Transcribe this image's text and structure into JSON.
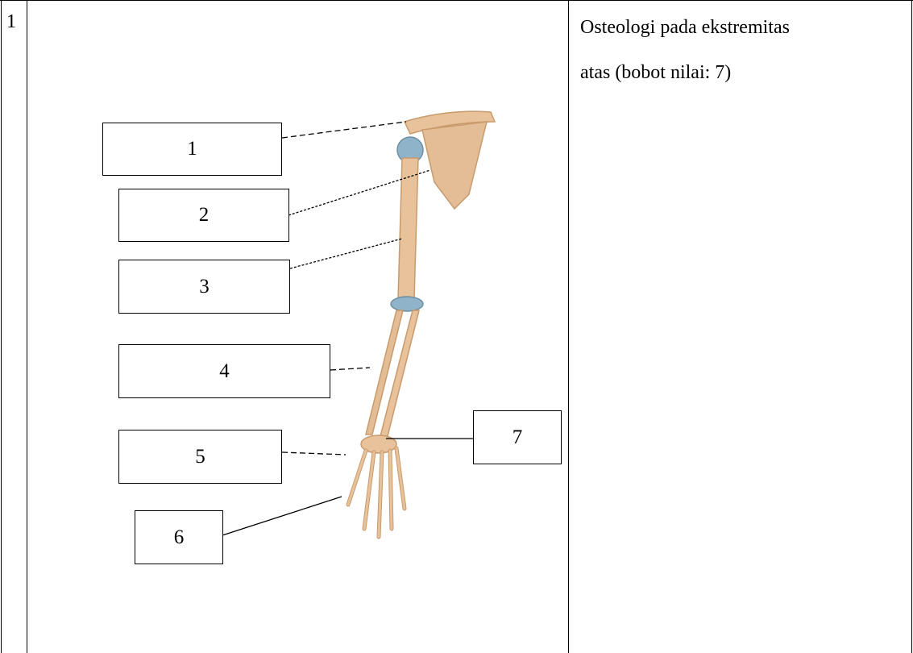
{
  "row_number": "1",
  "question_text": "Osteologi pada ekstremitas atas (bobot nilai: 7)",
  "question_lines": [
    "Osteologi pada ekstremitas",
    "atas (bobot nilai: 7)"
  ],
  "labels": [
    "1",
    "2",
    "3",
    "4",
    "5",
    "6",
    "7"
  ],
  "colors": {
    "bone": "#e7c29a",
    "bone_shadow": "#c99a6c",
    "cartilage": "#8fb4c9",
    "line": "#000000"
  }
}
